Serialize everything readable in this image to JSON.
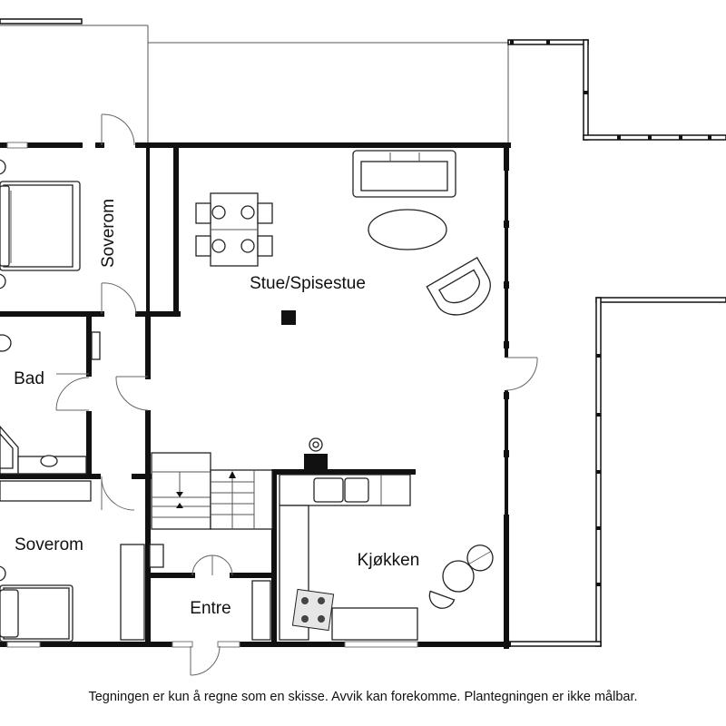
{
  "rooms": {
    "soverom_upper": "Soverom",
    "stue": "Stue/Spisestue",
    "bad": "Bad",
    "soverom_lower": "Soverom",
    "kjokken": "Kjøkken",
    "entre": "Entre"
  },
  "disclaimer": "Tegningen er kun å regne som en skisse. Avvik kan forekomme. Plantegningen er ikke målbar.",
  "colors": {
    "wall": "#111111",
    "background": "#ffffff"
  }
}
